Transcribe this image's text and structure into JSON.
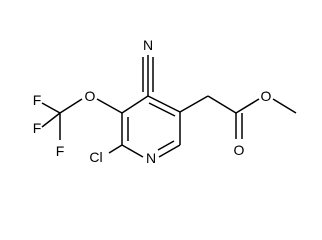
{
  "molecule": {
    "atoms": {
      "n_ring": "N",
      "cl": "Cl",
      "n_nitrile": "N",
      "o_ether": "O",
      "f1": "F",
      "f2": "F",
      "f3": "F",
      "o_carbonyl": "O",
      "o_ester": "O"
    }
  },
  "colors": {
    "bond": "#000000",
    "label": "#000000",
    "background": "#ffffff"
  }
}
